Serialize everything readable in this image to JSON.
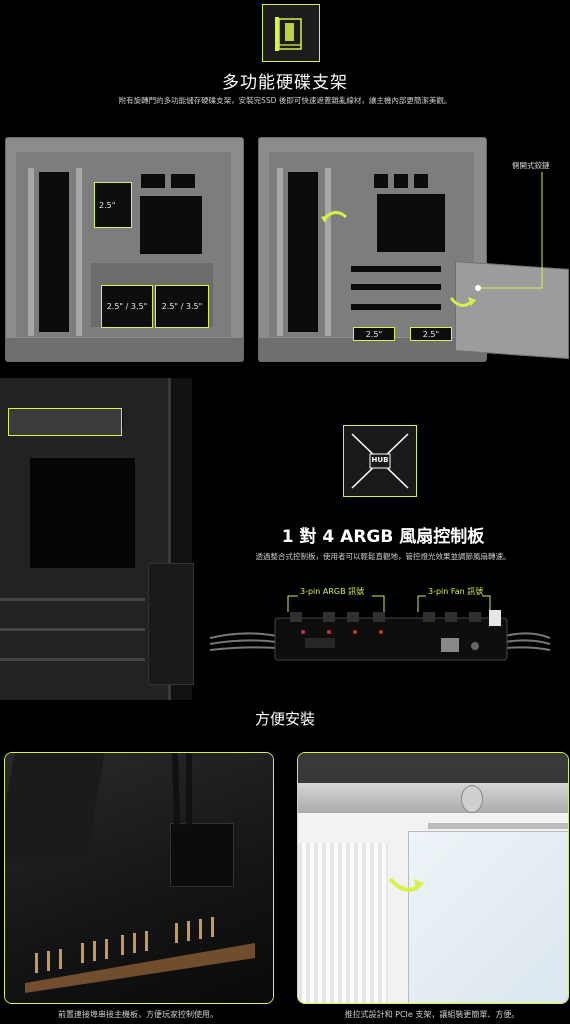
{
  "section1": {
    "title": "多功能硬碟支架",
    "description": "附有旋轉門的多功能儲存硬碟支架，安裝完SSD 後即可快速遮蓋雜亂線材，讓主機內部更簡潔美觀。",
    "labels": {
      "left_top": "2.5\"",
      "left_bottom_1": "2.5\" / 3.5\"",
      "left_bottom_2": "2.5\" / 3.5\"",
      "right_bottom_1": "2.5\"",
      "right_bottom_2": "2.5\""
    },
    "callout": "側開式鉸鏈"
  },
  "section2": {
    "icon_text": "HUB",
    "title": "1 對 4 ARGB 風扇控制板",
    "description": "透過整合式控制板，使用者可以輕鬆直觀地，管控燈光效果並調節風扇轉速。",
    "label_argb": "3-pin ARGB 訊號",
    "label_fan": "3-pin Fan 訊號"
  },
  "section3": {
    "title": "方便安裝",
    "caption_left": "前置連接埠串接主機板，方便玩家控制使用。",
    "caption_right": "推拉式設計和 PCIe 支架，讓組裝更簡單、方便。"
  },
  "colors": {
    "accent": "#d8f04a",
    "background": "#000000"
  }
}
